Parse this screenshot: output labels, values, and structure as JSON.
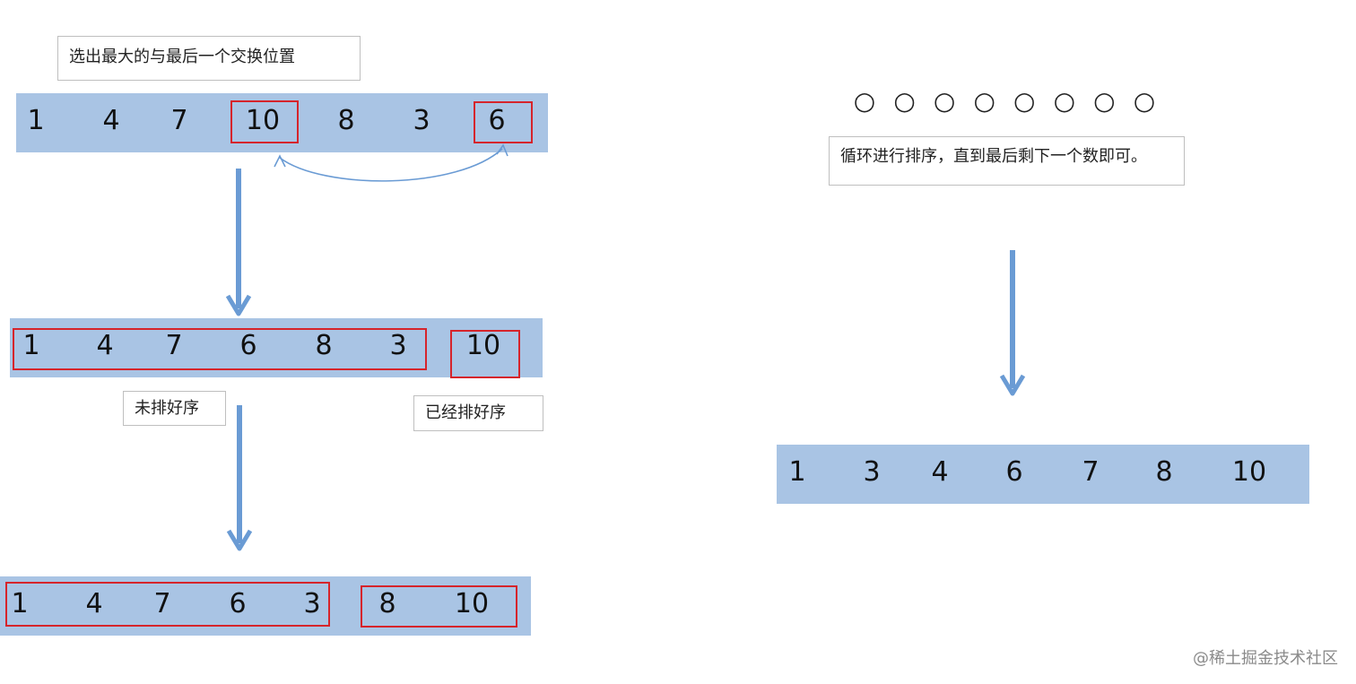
{
  "labels": {
    "select_max": "选出最大的与最后一个交换位置",
    "loop_sort": "循环进行排序，直到最后剩下一个数即可。",
    "unsorted": "未排好序",
    "sorted": "已经排好序"
  },
  "rows": {
    "row1": [
      "1",
      "4",
      "7",
      "10",
      "8",
      "3",
      "6"
    ],
    "row2": [
      "1",
      "4",
      "7",
      "6",
      "8",
      "3",
      "10"
    ],
    "row3": [
      "1",
      "4",
      "7",
      "6",
      "3",
      "8",
      "10"
    ],
    "final": [
      "1",
      "3",
      "4",
      "6",
      "7",
      "8",
      "10"
    ]
  },
  "ellipsis_dots": [
    "○",
    "○",
    "○",
    "○",
    "○",
    "○",
    "○",
    "○"
  ],
  "watermark": "@稀土掘金技术社区",
  "colors": {
    "bar": "#a9c4e4",
    "highlight": "#d6242b",
    "arrow": "#6a9bd4"
  }
}
